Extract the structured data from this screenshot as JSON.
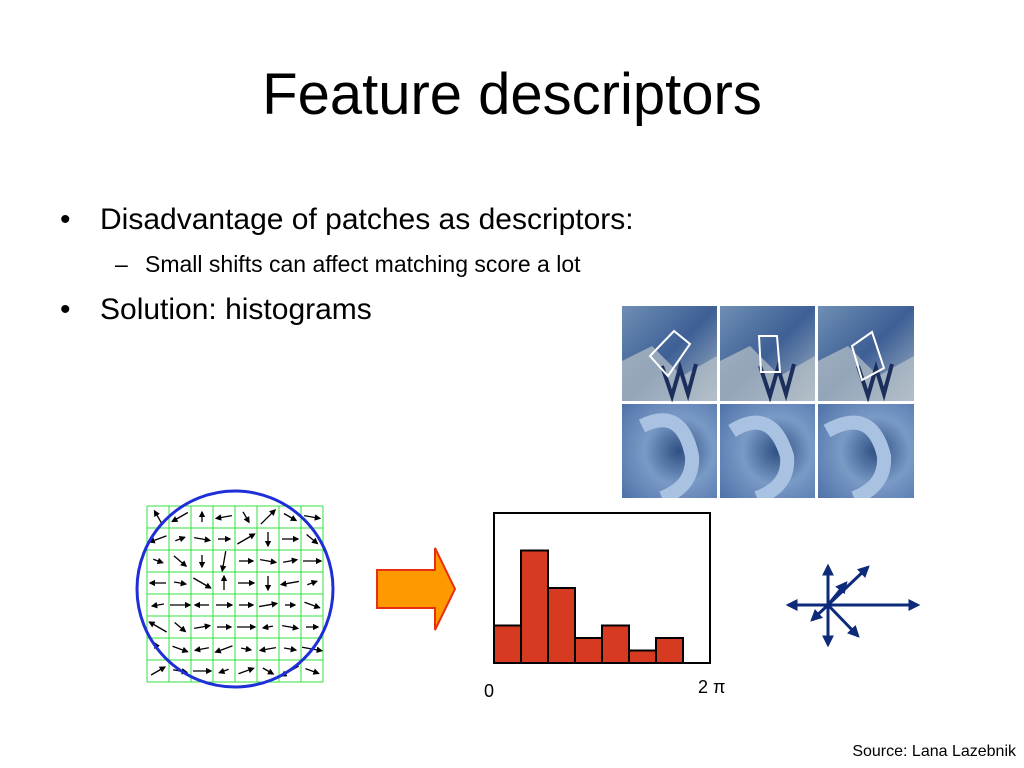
{
  "slide": {
    "title": "Feature descriptors",
    "bullets": [
      {
        "text": "Disadvantage of patches as descriptors:",
        "sub": [
          "Small shifts can affect matching score a lot"
        ]
      },
      {
        "text": "Solution: histograms",
        "sub": []
      }
    ],
    "source": "Source: Lana Lazebnik"
  },
  "icons": {
    "bullet": "•",
    "dash": "–"
  },
  "colors": {
    "grid": "#33e03c",
    "circle": "#1f2fd8",
    "arrow_fill": "#ff9900",
    "arrow_stroke": "#e83010",
    "bar_fill": "#d63a20",
    "star": "#0d2b7a"
  },
  "chart_data": {
    "type": "bar",
    "categories": [
      "1",
      "2",
      "3",
      "4",
      "5",
      "6",
      "7",
      "8"
    ],
    "values": [
      3,
      9,
      6,
      2,
      3,
      1,
      2,
      0
    ],
    "xlabel": "",
    "ylabel": "",
    "x_tick_labels": [
      "0",
      "2 π"
    ],
    "ylim": [
      0,
      12
    ],
    "grid": false
  }
}
